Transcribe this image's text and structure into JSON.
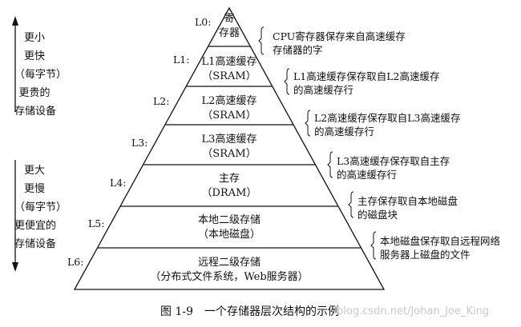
{
  "side_top": [
    "更小",
    "更快",
    "（每字节）",
    "更贵的",
    "存储设备"
  ],
  "side_bottom": [
    "更大",
    "更慢",
    "（每字节）",
    "更便宜的",
    "存储设备"
  ],
  "levels": [
    {
      "label": "L0:",
      "name": "寄",
      "sub": "存器",
      "desc": [
        "CPU寄存器保存来自高速缓存",
        "存储器的字"
      ]
    },
    {
      "label": "L1:",
      "name": "L1高速缓存",
      "sub": "（SRAM）",
      "desc": [
        "L1高速缓存保存取自L2高速缓存",
        "的高速缓存行"
      ]
    },
    {
      "label": "L2:",
      "name": "L2高速缓存",
      "sub": "（SRAM）",
      "desc": [
        "L2高速缓存保存取自L3高速缓存",
        "的高速缓存行"
      ]
    },
    {
      "label": "L3:",
      "name": "L3高速缓存",
      "sub": "（SRAM）",
      "desc": [
        "L3高速缓存保存取自主存",
        "的高速缓存行"
      ]
    },
    {
      "label": "L4:",
      "name": "主存",
      "sub": "（DRAM）",
      "desc": [
        "主存保存取自本地磁盘",
        "的磁盘块"
      ]
    },
    {
      "label": "L5:",
      "name": "本地二级存储",
      "sub": "（本地磁盘）",
      "desc": [
        "本地磁盘保存取自远程网络",
        "服务器上磁盘的文件"
      ]
    },
    {
      "label": "L6:",
      "name": "远程二级存储",
      "sub": "（分布式文件系统，Web服务器）",
      "desc": []
    }
  ],
  "caption": {
    "number": "图 1-9",
    "text": "一个存储器层次结构的示例"
  },
  "watermark": "blog.csdn.net/Johan_Joe_King"
}
